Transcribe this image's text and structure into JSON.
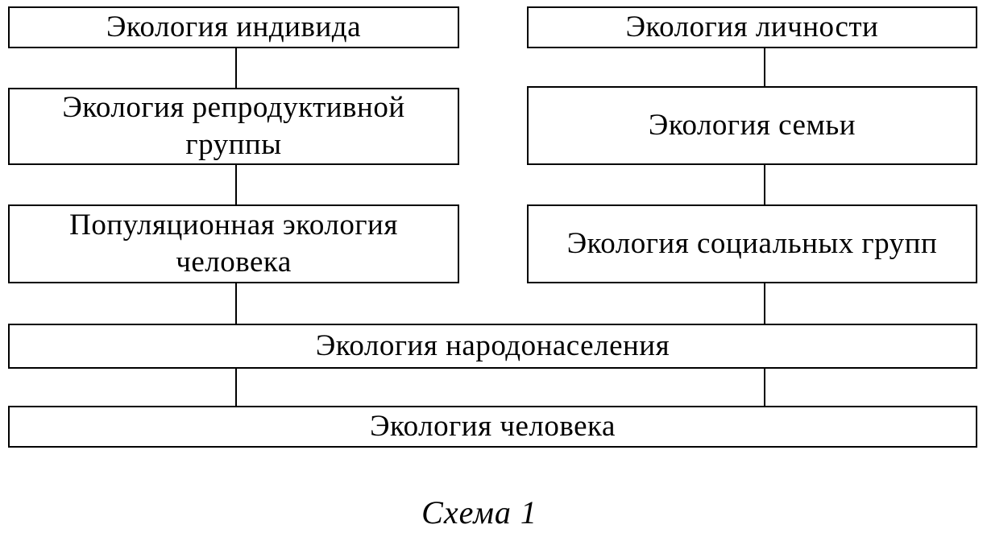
{
  "diagram": {
    "left_column": {
      "individual": "Экология индивида",
      "reproductive_group": "Экология репродуктивной группы",
      "population": "Популяционная экология человека"
    },
    "right_column": {
      "personality": "Экология личности",
      "family": "Экология семьи",
      "social_groups": "Экология социальных групп"
    },
    "population_at_large": "Экология народонаселения",
    "human_ecology": "Экология человека"
  },
  "caption": "Схема 1"
}
